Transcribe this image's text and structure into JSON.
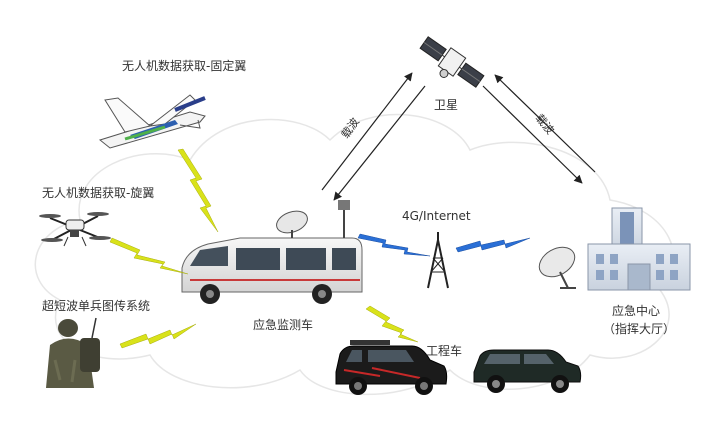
{
  "nodes": {
    "satellite": "卫星",
    "uav_fixed": "无人机数据获取-固定翼",
    "uav_rotor": "无人机数据获取-旋翼",
    "soldier": "超短波单兵图传系统",
    "monitor_vehicle": "应急监测车",
    "engineering_vehicle": "工程车",
    "command_center_line1": "应急中心",
    "command_center_line2": "（指挥大厅）"
  },
  "links": {
    "carrier_left": "载波",
    "carrier_right": "载波",
    "network": "4G/Internet"
  },
  "colors": {
    "bolt_yellow": "#d9e21a",
    "bolt_blue": "#2a6fd6",
    "arrow": "#222222",
    "cloud_line": "#e6e6e6"
  }
}
